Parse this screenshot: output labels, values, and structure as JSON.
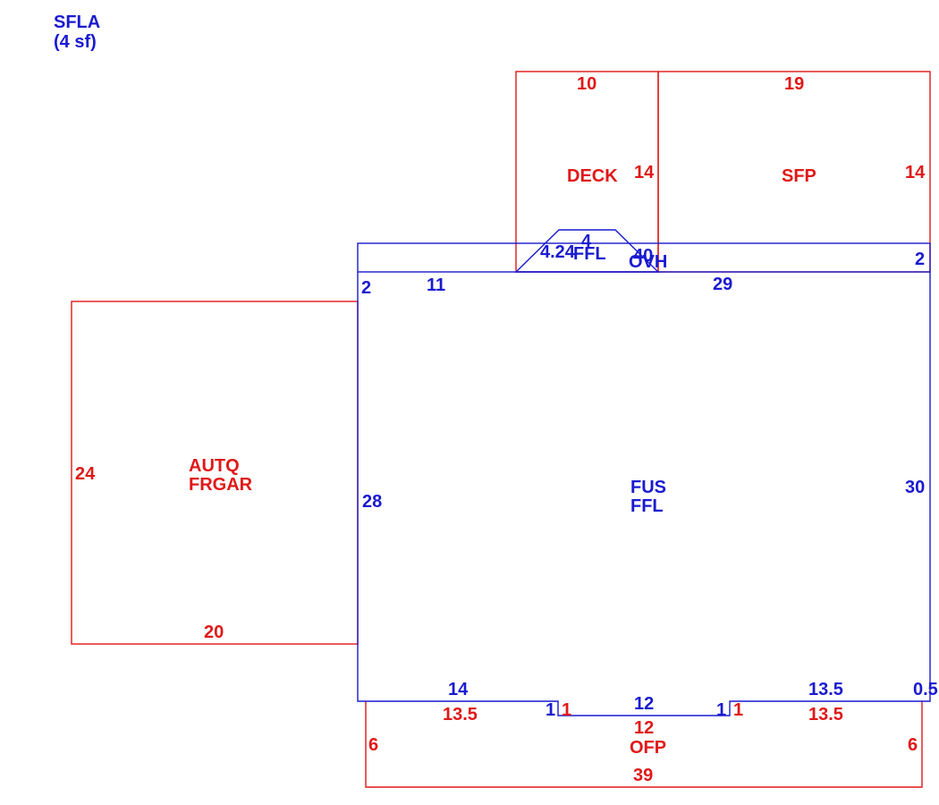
{
  "summary": {
    "title": "SFLA",
    "area": "(4 sf)"
  },
  "colors": {
    "living": "#1a1ad0",
    "other": "#e01818"
  },
  "areas": {
    "deck": {
      "name": "DECK",
      "top": "10",
      "right": "14"
    },
    "sfp": {
      "name": "SFP",
      "top": "19",
      "right": "14"
    },
    "ffl_small": {
      "name": "FFL",
      "top": "4",
      "diag": "4.24",
      "right": "40"
    },
    "ovh": {
      "name": "OVH",
      "right": "2"
    },
    "garage": {
      "line1": "AUTQ",
      "line2": "FRGAR",
      "left": "24",
      "bottom": "20"
    },
    "fus": {
      "line1": "FUS",
      "line2": "FFL",
      "top_left": "11",
      "top_right": "29",
      "step": "2",
      "left": "28",
      "right": "30",
      "bottom_left": "14",
      "bottom_right": "13.5",
      "bottom_step": "0.5",
      "notch_left": "1",
      "notch_bottom": "12",
      "notch_right": "1"
    },
    "ofp": {
      "name": "OFP",
      "top_left": "13.5",
      "notch_left": "1",
      "notch": "12",
      "notch_right": "1",
      "top_right": "13.5",
      "left": "6",
      "right": "6",
      "bottom": "39"
    }
  }
}
